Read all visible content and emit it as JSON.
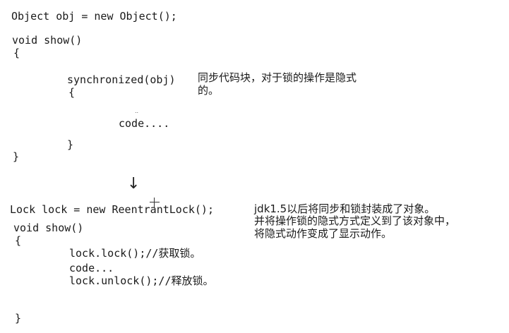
{
  "top": {
    "line1": "Object obj = new Object();",
    "line2": "void show()",
    "line3": "{",
    "line4": "synchronized(obj)",
    "line5": "{",
    "line6": "code....",
    "line7": "}",
    "line8": "}",
    "note_line1": "同步代码块，对于锁的操作是隐式",
    "note_line2": "的。",
    "dots": "..",
    "arrow": "↓"
  },
  "bottom": {
    "line1": "Lock lock = new ReentrantLock();",
    "line2": "void show()",
    "line3": "{",
    "line4": "lock.lock();//获取锁。",
    "line5": "code...",
    "line6": "lock.unlock();//释放锁。",
    "line7": "}",
    "note_line1": "jdk1.5以后将同步和锁封装成了对象。",
    "note_line2": "并将操作锁的隐式方式定义到了该对象中，",
    "note_line3": "将隐式动作变成了显示动作。"
  }
}
